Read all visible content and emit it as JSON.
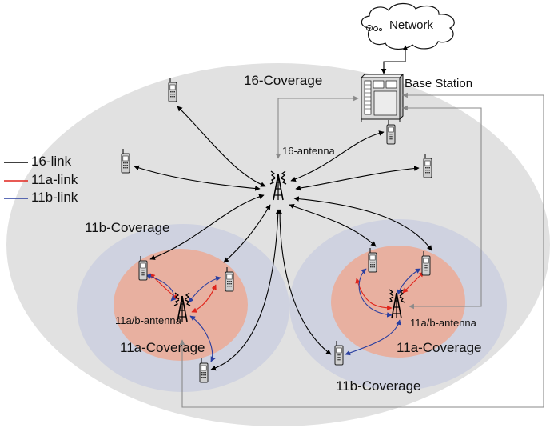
{
  "network": {
    "label": "Network"
  },
  "base_station": {
    "label": "Base Station"
  },
  "coverage_16": {
    "label": "16-Coverage"
  },
  "antenna_16": {
    "label": "16-antenna"
  },
  "cell_left": {
    "outer_label": "11b-Coverage",
    "inner_label": "11a-Coverage",
    "antenna_label": "11a/b-antenna"
  },
  "cell_right": {
    "outer_label": "11b-Coverage",
    "inner_label": "11a-Coverage",
    "antenna_label": "11a/b-antenna"
  },
  "legend": [
    {
      "label": "16-link",
      "color": "#000000"
    },
    {
      "label": "11a-link",
      "color": "#e0241b"
    },
    {
      "label": "11b-link",
      "color": "#2a3fa0"
    }
  ],
  "colors": {
    "coverage_16_fill": "#e1e1e1",
    "coverage_11b_fill": "#cfd2e0",
    "coverage_11a_fill": "#e8b0a0",
    "backhaul_line": "#8a8a8a"
  }
}
